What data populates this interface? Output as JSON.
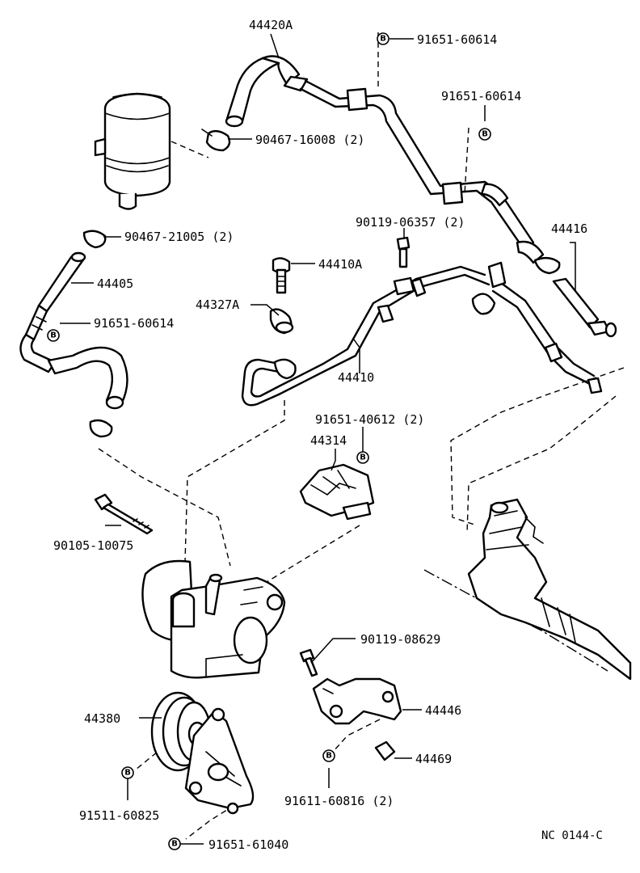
{
  "diagram_code": "NC 0144-C",
  "bolt_mark": "B",
  "parts": [
    {
      "key": "p44420A",
      "label": "44420A"
    },
    {
      "key": "p91651_60614_a",
      "label": "91651-60614"
    },
    {
      "key": "p91651_60614_b",
      "label": "91651-60614"
    },
    {
      "key": "p90467_16008",
      "label": "90467-16008 (2)"
    },
    {
      "key": "p90467_21005",
      "label": "90467-21005 (2)"
    },
    {
      "key": "p90119_06357",
      "label": "90119-06357 (2)"
    },
    {
      "key": "p44416",
      "label": "44416"
    },
    {
      "key": "p44405",
      "label": "44405"
    },
    {
      "key": "p44410A",
      "label": "44410A"
    },
    {
      "key": "p44327A",
      "label": "44327A"
    },
    {
      "key": "p91651_60614_c",
      "label": "91651-60614"
    },
    {
      "key": "p44410",
      "label": "44410"
    },
    {
      "key": "p91651_40612",
      "label": "91651-40612 (2)"
    },
    {
      "key": "p44314",
      "label": "44314"
    },
    {
      "key": "p90105_10075",
      "label": "90105-10075"
    },
    {
      "key": "p90119_08629",
      "label": "90119-08629"
    },
    {
      "key": "p44380",
      "label": "44380"
    },
    {
      "key": "p44446",
      "label": "44446"
    },
    {
      "key": "p44469",
      "label": "44469"
    },
    {
      "key": "p91611_60816",
      "label": "91611-60816 (2)"
    },
    {
      "key": "p91511_60825",
      "label": "91511-60825"
    },
    {
      "key": "p91651_61040",
      "label": "91651-61040"
    }
  ]
}
